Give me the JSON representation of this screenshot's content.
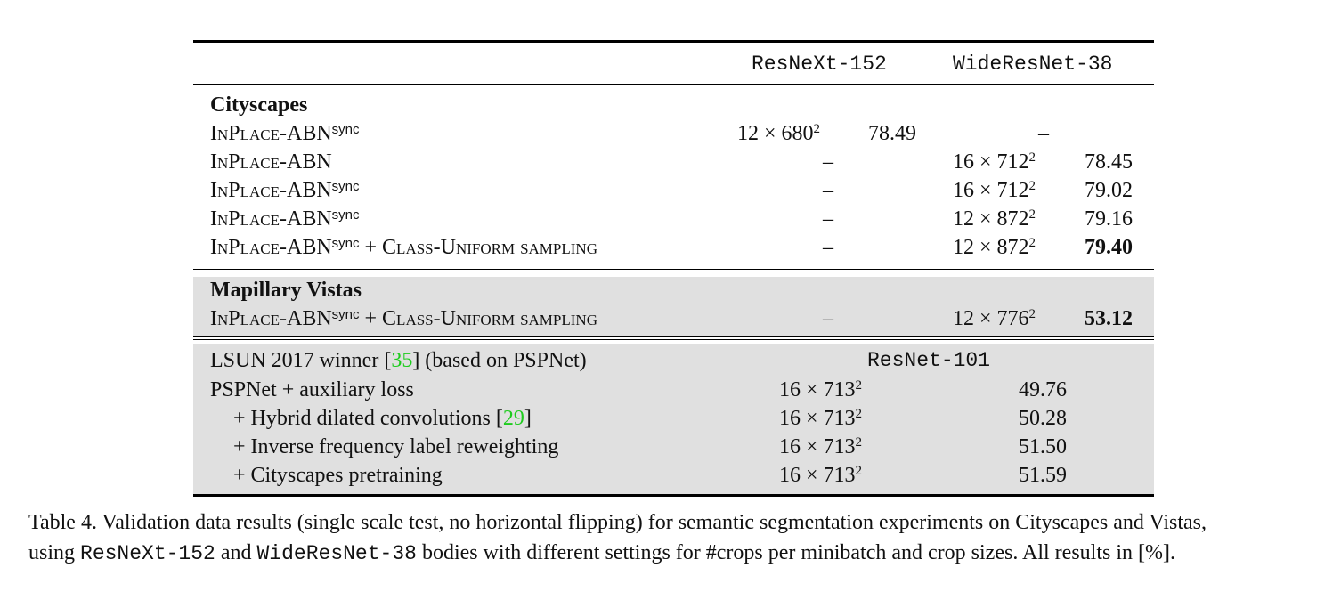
{
  "header": {
    "col1": "ResNeXt-152",
    "col2": "WideResNet-38"
  },
  "cityscapes": {
    "title": "Cityscapes",
    "rows": [
      {
        "method": "InPlace-ABN",
        "sup": "sync",
        "suffix": "",
        "c1_crop": "12 × 680",
        "c1_score": "78.49",
        "c2_crop": "",
        "c2_score": "–"
      },
      {
        "method": "InPlace-ABN",
        "sup": "",
        "suffix": "",
        "c1_crop": "–",
        "c1_score": "",
        "c2_crop": "16 × 712",
        "c2_score": "78.45"
      },
      {
        "method": "InPlace-ABN",
        "sup": "sync",
        "suffix": "",
        "c1_crop": "–",
        "c1_score": "",
        "c2_crop": "16 × 712",
        "c2_score": "79.02"
      },
      {
        "method": "InPlace-ABN",
        "sup": "sync",
        "suffix": "",
        "c1_crop": "–",
        "c1_score": "",
        "c2_crop": "12 × 872",
        "c2_score": "79.16"
      },
      {
        "method": "InPlace-ABN",
        "sup": "sync",
        "suffix": " + Class-Uniform sampling",
        "c1_crop": "–",
        "c1_score": "",
        "c2_crop": "12 × 872",
        "c2_score": "79.40"
      }
    ]
  },
  "vistas": {
    "title": "Mapillary Vistas",
    "row": {
      "method": "InPlace-ABN",
      "sup": "sync",
      "suffix": " + Class-Uniform sampling",
      "c1_crop": "–",
      "c2_crop": "12 × 776",
      "c2_score": "53.12"
    }
  },
  "lsun": {
    "winner": "LSUN 2017 winner [",
    "winner_ref": "35",
    "winner_tail": "] (based on PSPNet)",
    "backbone": "ResNet-101",
    "rows": [
      {
        "label": "PSPNet + auxiliary loss",
        "ref": "",
        "tail": "",
        "crop": "16 × 713",
        "score": "49.76"
      },
      {
        "label": "+ Hybrid dilated convolutions [",
        "ref": "29",
        "tail": "]",
        "crop": "16 × 713",
        "score": "50.28"
      },
      {
        "label": "+ Inverse frequency label reweighting",
        "ref": "",
        "tail": "",
        "crop": "16 × 713",
        "score": "51.50"
      },
      {
        "label": "+ Cityscapes pretraining",
        "ref": "",
        "tail": "",
        "crop": "16 × 713",
        "score": "51.59"
      }
    ]
  },
  "superscript_two": "2",
  "caption": {
    "line1": "Table 4. Validation data results (single scale test, no horizontal flipping) for semantic segmentation experiments on Cityscapes and Vistas,",
    "line2_a": "using ",
    "line2_m1": "ResNeXt-152",
    "line2_b": " and ",
    "line2_m2": "WideResNet-38",
    "line2_c": " bodies with different settings for #crops per minibatch and crop sizes. All results in [%]."
  }
}
